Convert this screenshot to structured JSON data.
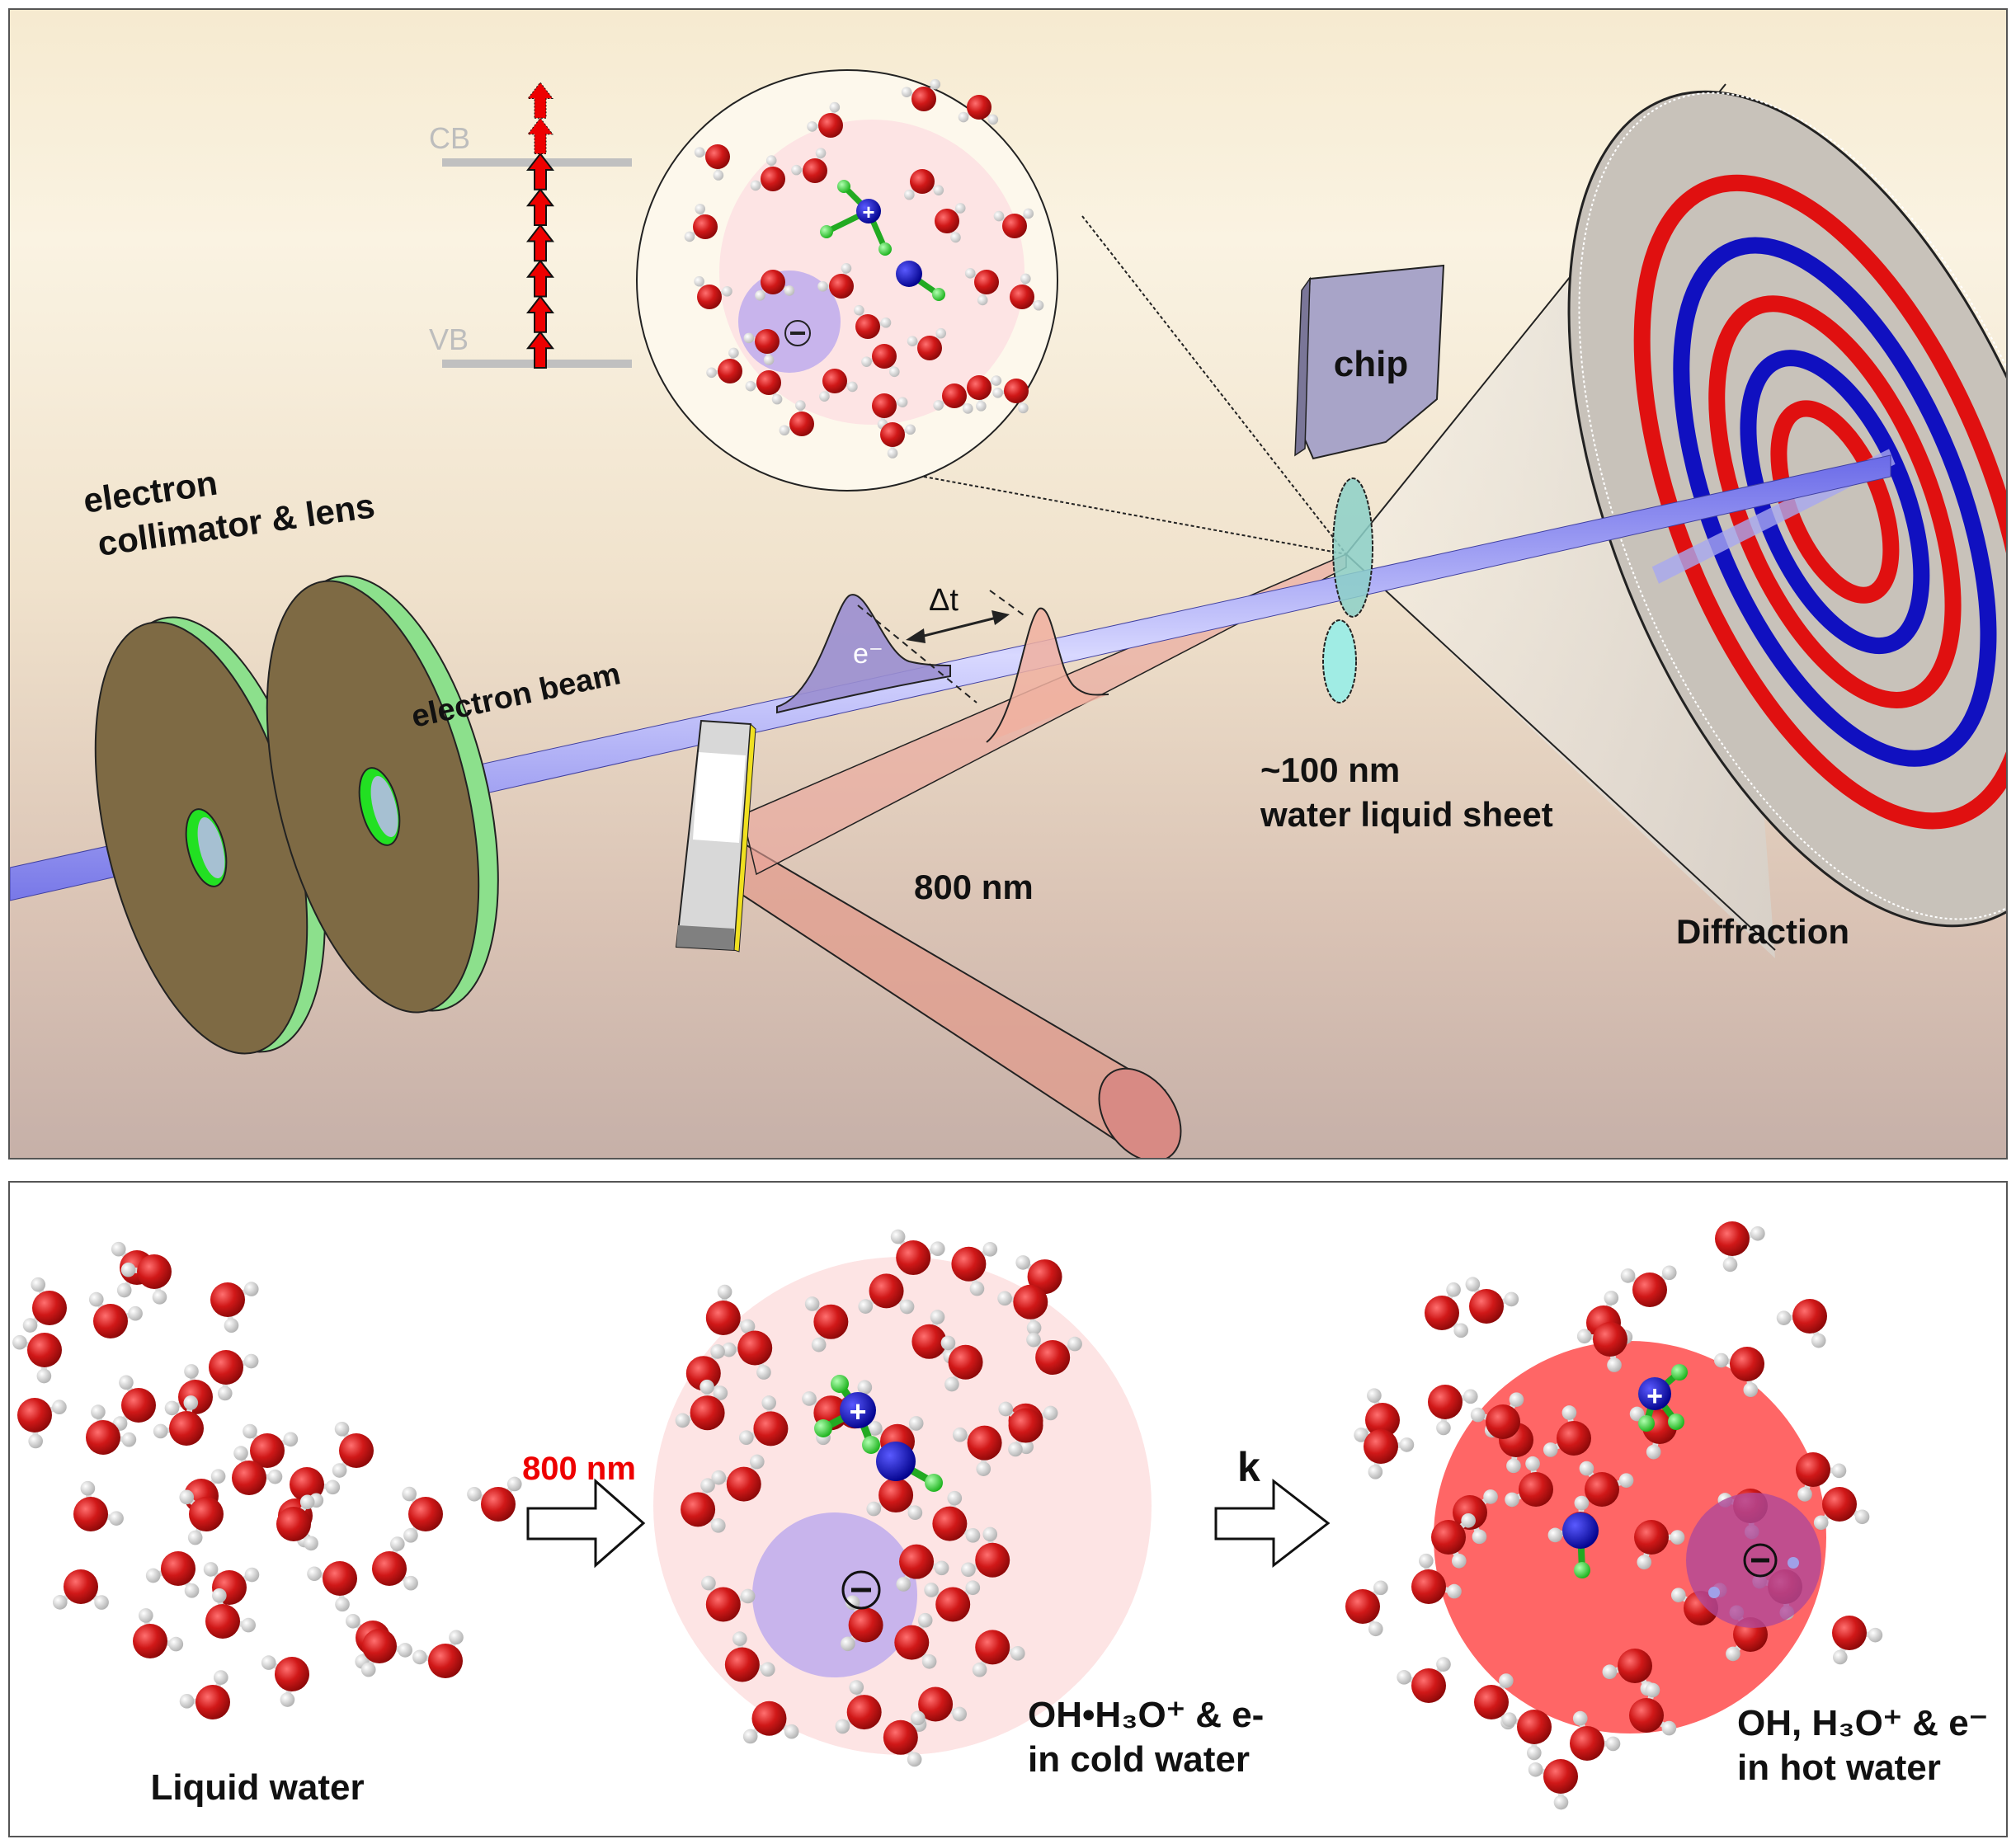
{
  "top_panel": {
    "band_labels": {
      "conduction_band": "CB",
      "valence_band": "VB"
    },
    "photon_arrow_count": 8,
    "collimator_label_line1": "electron",
    "collimator_label_line2": "collimator & lens",
    "beam_label": "electron beam",
    "delay_label": "Δt",
    "electron_pulse_label": "e⁻",
    "laser_label": "800 nm",
    "chip_label": "chip",
    "sheet_label_line1": "~100 nm",
    "sheet_label_line2": "water liquid sheet",
    "detector_label": "Diffraction",
    "inset": {
      "cation_symbol": "+",
      "anion_symbol": "−"
    },
    "ring_colors": [
      "#e01010",
      "#1010c0",
      "#e01010",
      "#1010c0",
      "#e01010"
    ]
  },
  "bottom_panel": {
    "stage1_label": "Liquid water",
    "arrow1_label": "800 nm",
    "stage2_label_line1": "OH•H₃O⁺ & e-",
    "stage2_label_line2": "in cold water",
    "arrow2_label": "k",
    "stage3_label_line1": "OH, H₃O⁺ & e⁻",
    "stage3_label_line2": "in hot water",
    "cation_symbol": "+",
    "anion_symbol": "−"
  },
  "colors": {
    "oxygen": "#d01818",
    "hydrogen": "#e8e8e8",
    "ion_core": "#1010b0",
    "ion_hydrogen": "#30d030",
    "electron_beam": "#8c8cf0",
    "laser": "#e8a090",
    "cold_halo": "#fde4e4",
    "hot_halo": "#ff6666",
    "electron_halo": "#c0a8e8",
    "arrow1_label": "#ee0000"
  }
}
